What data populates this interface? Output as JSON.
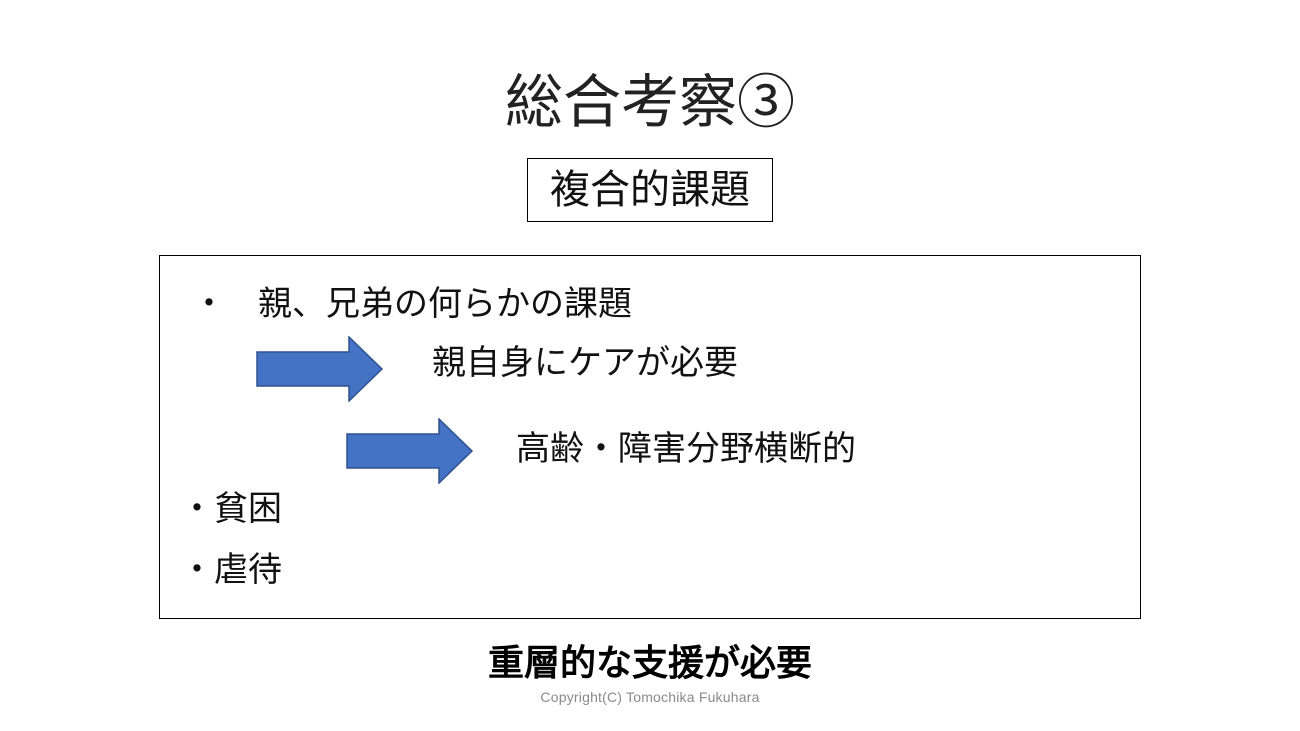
{
  "slide": {
    "title": "総合考察③",
    "subtitle": "複合的課題",
    "box": {
      "item1_bullet": "・",
      "item1_text": "親、兄弟の何らかの課題",
      "step1_text": "親自身にケアが必要",
      "step2_text": "高齢・障害分野横断的",
      "item2": "・貧困",
      "item3": "・虐待"
    },
    "conclusion": "重層的な支援が必要",
    "copyright": "Copyright(C) Tomochika Fukuhara"
  },
  "colors": {
    "arrow_fill": "#4472C4",
    "arrow_stroke": "#2F528F",
    "text": "#111111",
    "copyright": "#8a8a8a"
  },
  "icons": {
    "arrow": "right-block-arrow"
  }
}
